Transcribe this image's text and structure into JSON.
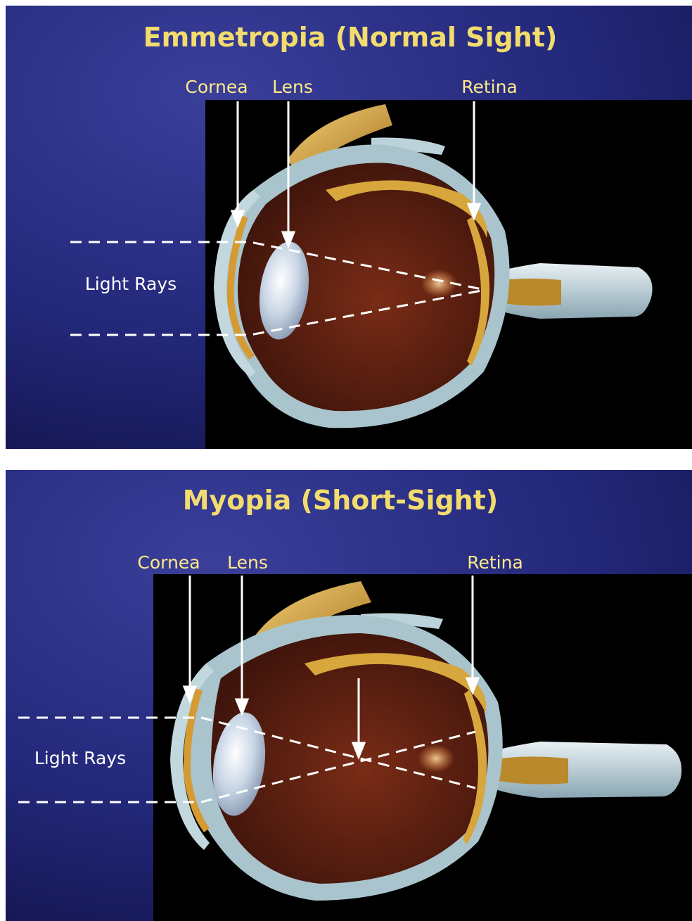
{
  "panels": [
    {
      "title": "Emmetropia (Normal Sight)",
      "labels": {
        "cornea": "Cornea",
        "lens": "Lens",
        "retina": "Retina",
        "light_rays": "Light Rays"
      }
    },
    {
      "title": "Myopia (Short-Sight)",
      "labels": {
        "cornea": "Cornea",
        "lens": "Lens",
        "retina": "Retina",
        "light_rays": "Light Rays"
      }
    }
  ],
  "colors": {
    "background_blue": "#23287a",
    "title_yellow": "#f2dc6e",
    "label_yellow": "#ffe98a",
    "ray_white": "#ffffff",
    "eye_interior": "#5a1e12",
    "sclera": "#a9c4cc"
  }
}
